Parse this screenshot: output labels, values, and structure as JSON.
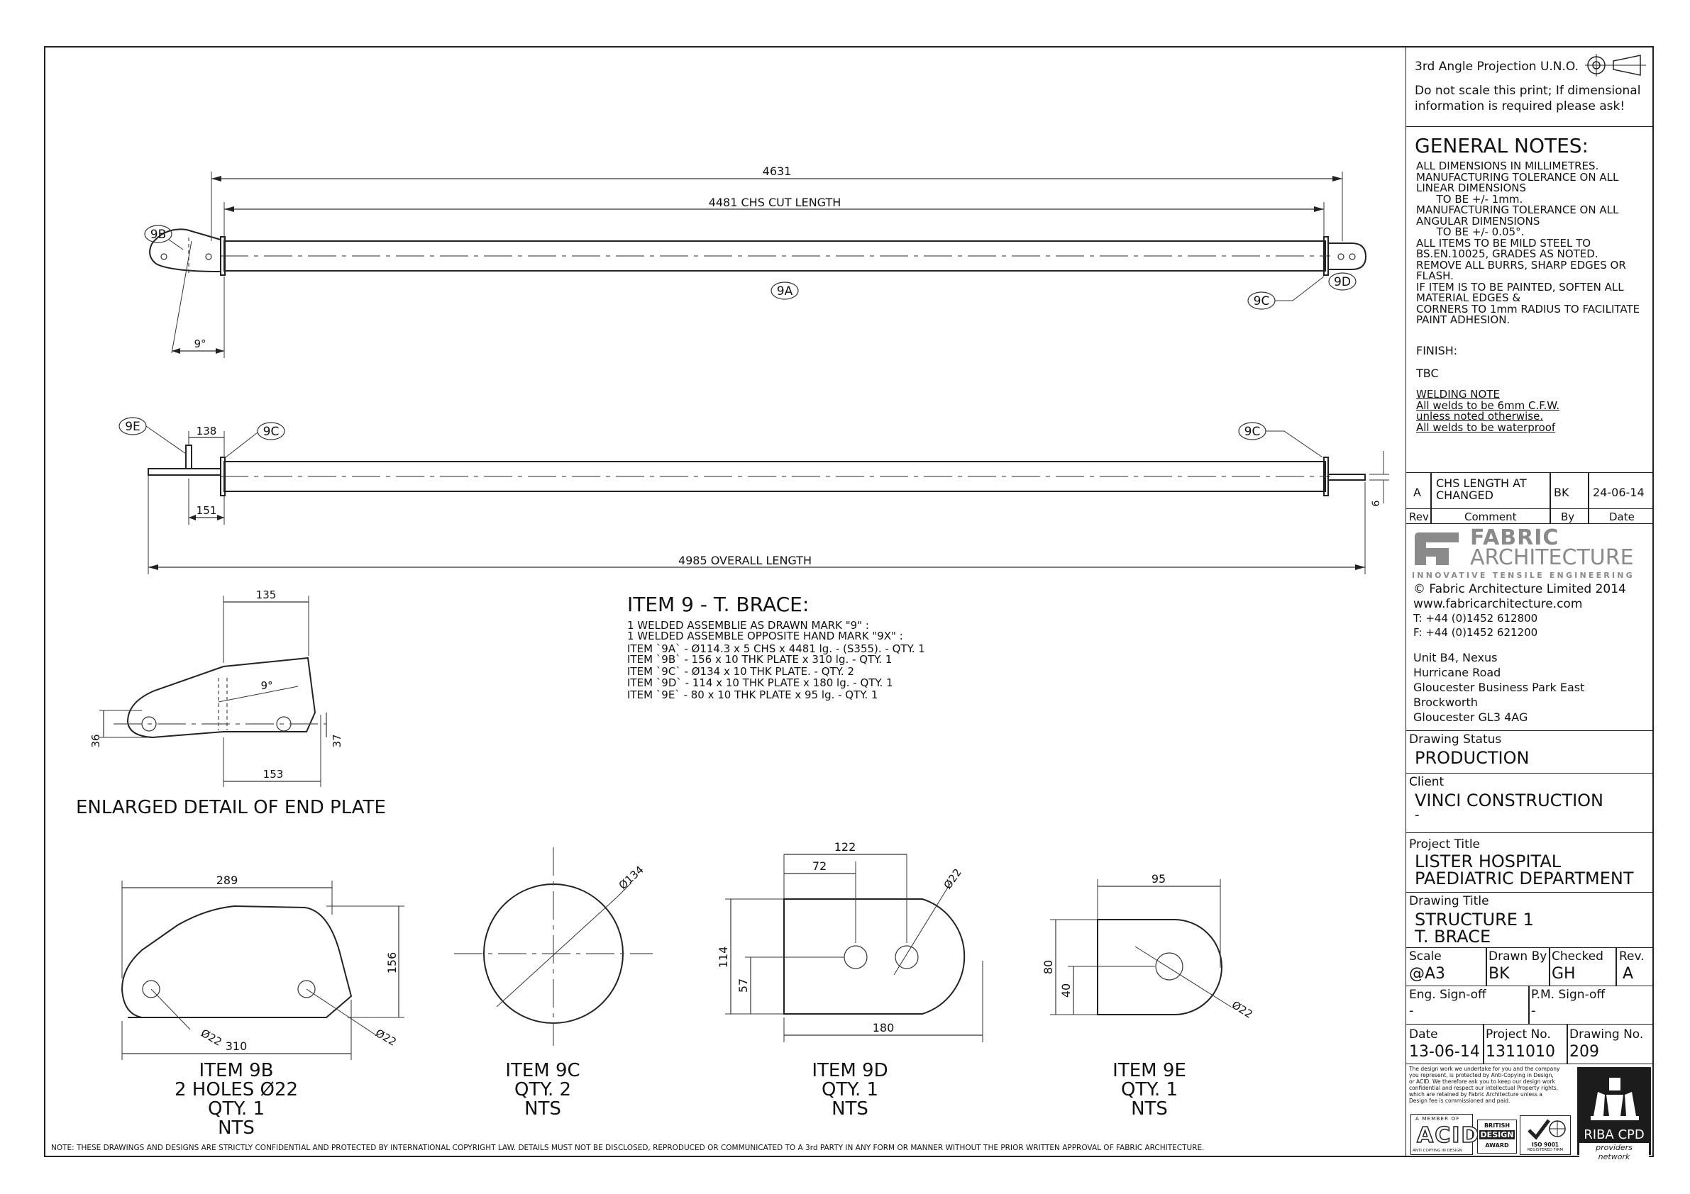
{
  "drawing": {
    "elevation": {
      "dims": {
        "overall_top": "4631",
        "chs_cut": "4481 CHS CUT LENGTH",
        "angle": "9°"
      },
      "tags": {
        "a": "9A",
        "b": "9B",
        "c": "9C",
        "d": "9D"
      }
    },
    "plan": {
      "dims": {
        "d138": "138",
        "d151": "151",
        "overall": "4985 OVERALL LENGTH",
        "d6": "6"
      },
      "tags": {
        "e": "9E",
        "c1": "9C",
        "c2": "9C"
      }
    },
    "enlarged": {
      "dims": {
        "d135": "135",
        "d153": "153",
        "d36": "36",
        "d37": "37",
        "angle": "9°"
      },
      "caption": "ENLARGED DETAIL OF END PLATE"
    },
    "item_list": {
      "title": "ITEM 9 - T. BRACE:",
      "lines": [
        "1 WELDED ASSEMBLIE AS DRAWN MARK \"9\" :",
        "1 WELDED ASSEMBLE OPPOSITE HAND MARK \"9X\" :",
        "ITEM `9A`     - Ø114.3 x 5 CHS x 4481 lg. - (S355). - QTY. 1",
        "ITEM `9B`     - 156 x 10 THK PLATE x 310 lg. - QTY. 1",
        "ITEM `9C`     - Ø134 x 10 THK PLATE. - QTY. 2",
        "ITEM `9D`     - 114 x 10 THK PLATE x 180 lg. - QTY. 1",
        "ITEM `9E`     - 80 x 10 THK PLATE x 95 lg. - QTY. 1"
      ]
    },
    "item9b": {
      "d289": "289",
      "d156": "156",
      "d310": "310",
      "hole1": "Ø22",
      "hole2": "Ø22",
      "cap1": "ITEM 9B",
      "cap2": "2 HOLES Ø22",
      "cap3": "QTY. 1",
      "cap4": "NTS"
    },
    "item9c": {
      "dia": "Ø134",
      "cap1": "ITEM 9C",
      "cap2": "QTY. 2",
      "cap3": "NTS"
    },
    "item9d": {
      "d122": "122",
      "d72": "72",
      "d114": "114",
      "d57": "57",
      "d180": "180",
      "hole": "Ø22",
      "cap1": "ITEM 9D",
      "cap2": "QTY. 1",
      "cap3": "NTS"
    },
    "item9e": {
      "d95": "95",
      "d80": "80",
      "d40": "40",
      "hole": "Ø22",
      "cap1": "ITEM 9E",
      "cap2": "QTY. 1",
      "cap3": "NTS"
    },
    "footer_note": "NOTE: THESE DRAWINGS AND DESIGNS ARE STRICTLY CONFIDENTIAL AND PROTECTED BY INTERNATIONAL COPYRIGHT LAW. DETAILS MUST NOT BE DISCLOSED, REPRODUCED OR COMMUNICATED TO A 3rd PARTY IN ANY FORM OR MANNER WITHOUT THE PRIOR WRITTEN APPROVAL OF FABRIC ARCHITECTURE."
  },
  "title_block": {
    "projection": "3rd Angle Projection U.N.O.",
    "scale_note_1": "Do not scale this print; If dimensional",
    "scale_note_2": "information is required please ask!",
    "general_notes_title": "GENERAL NOTES:",
    "general_notes": [
      "ALL DIMENSIONS IN MILLIMETRES.",
      "MANUFACTURING TOLERANCE ON ALL",
      "LINEAR DIMENSIONS",
      "      TO BE +/- 1mm.",
      "MANUFACTURING TOLERANCE ON ALL",
      "ANGULAR DIMENSIONS",
      "      TO BE +/- 0.05°.",
      "ALL ITEMS TO BE MILD STEEL TO",
      "BS.EN.10025, GRADES AS NOTED.",
      "REMOVE ALL BURRS, SHARP EDGES OR",
      "FLASH.",
      "IF ITEM IS TO BE PAINTED, SOFTEN ALL",
      "MATERIAL EDGES &",
      "CORNERS TO 1mm RADIUS TO FACILITATE",
      "PAINT ADHESION."
    ],
    "finish_label": "FINISH:",
    "finish_value": "TBC",
    "welding_title": "WELDING NOTE",
    "welding_lines": [
      "All welds to be 6mm C.F.W.",
      "unless noted otherwise.",
      "All welds to be waterproof"
    ],
    "revision": {
      "rev": "A",
      "comment": "CHS LENGTH AT CHANGED",
      "by": "BK",
      "date": "24-06-14"
    },
    "rev_headers": {
      "rev": "Rev",
      "comment": "Comment",
      "by": "By",
      "date": "Date"
    },
    "company": {
      "name1": "FABRIC",
      "name2": "ARCHITECTURE",
      "tagline": "INNOVATIVE TENSILE ENGINEERING",
      "copyright": "© Fabric Architecture Limited 2014",
      "web": "www.fabricarchitecture.com",
      "tel": "T: +44 (0)1452 612800",
      "fax": "F: +44 (0)1452 621200",
      "address": [
        "Unit B4, Nexus",
        "Hurricane Road",
        "Gloucester Business Park East",
        "Brockworth",
        "Gloucester GL3 4AG"
      ]
    },
    "drawing_status_label": "Drawing Status",
    "drawing_status": "PRODUCTION",
    "client_label": "Client",
    "client": "VINCI CONSTRUCTION",
    "client_2": "-",
    "project_title_label": "Project Title",
    "project_title_1": "LISTER HOSPITAL",
    "project_title_2": "PAEDIATRIC DEPARTMENT",
    "drawing_title_label": "Drawing Title",
    "drawing_title_1": "STRUCTURE 1",
    "drawing_title_2": "T. BRACE",
    "scale_label": "Scale",
    "scale": "@A3",
    "drawn_by_label": "Drawn By",
    "drawn_by": "BK",
    "checked_label": "Checked",
    "checked": "GH",
    "rev_label": "Rev.",
    "rev": "A",
    "eng_signoff_label": "Eng. Sign-off",
    "eng_signoff": "-",
    "pm_signoff_label": "P.M. Sign-off",
    "pm_signoff": "-",
    "date_label": "Date",
    "date": "13-06-14",
    "project_no_label": "Project No.",
    "project_no": "1311010",
    "drawing_no_label": "Drawing No.",
    "drawing_no": "209",
    "disclaimer": [
      "The design work we undertake for you and the company",
      "you represent, is protected by Anti-Copying in Design,",
      "or ACID. We therefore ask you to keep our design work",
      "confidential and respect our intellectual Property rights,",
      "which are retained by Fabric Architecture unless a",
      "Design fee is commissioned and paid."
    ],
    "badges": {
      "acid_top": "A MEMBER OF",
      "acid": "ACID",
      "acid_bottom": "ANTI COPYING IN DESIGN",
      "bda1": "BRITISH",
      "bda2": "DESIGN",
      "bda3": "AWARD",
      "iso1": "ISO 9001",
      "iso2": "REGISTERED FIRM",
      "riba1": "RIBA CPD",
      "riba2": "providers network"
    }
  }
}
